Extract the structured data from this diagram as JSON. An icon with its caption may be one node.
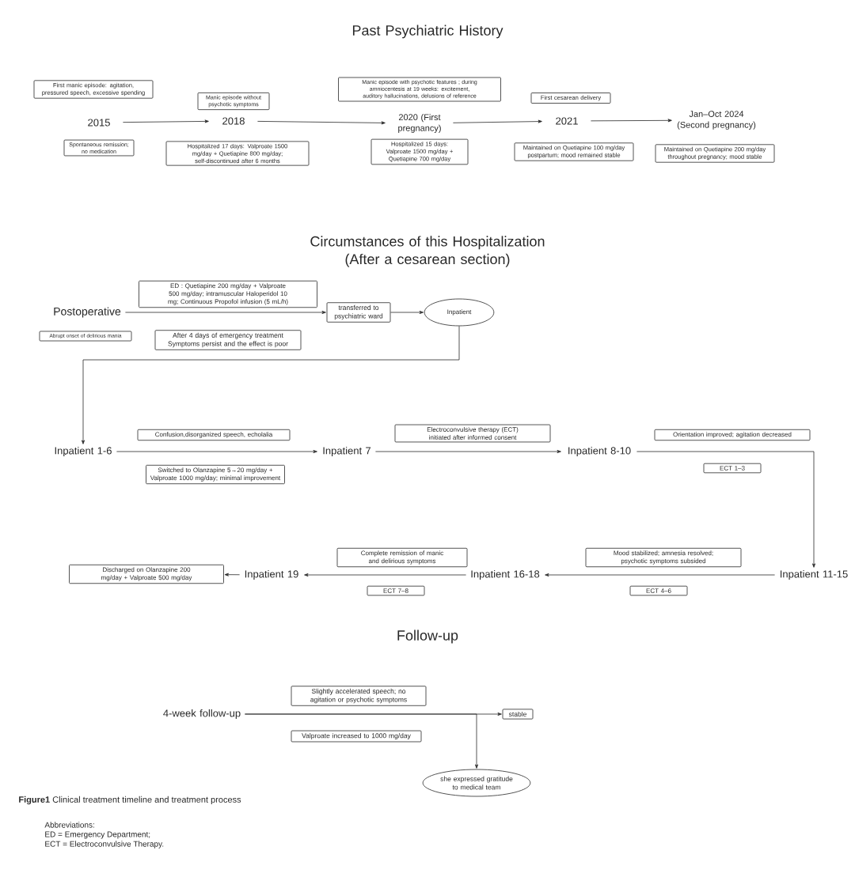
{
  "diagram": {
    "caption": "**Figure1** Clinical treatment timeline and treatment process",
    "nodes": [
      {
        "text": [
          "2015"
        ]
      },
      {
        "text": [
          "First manic episode: agitation, pressured speech, excessive spending"
        ]
      },
      {
        "text": [
          "Spontaneous remission; no medication"
        ]
      },
      {
        "text": [
          "2018"
        ]
      },
      {
        "text": [
          "Manic episode without psychotic symptoms"
        ]
      },
      {
        "text": [
          "Hospitalized 17 days: Valproate 1500 mg/day + Quetiapine 800 mg/day; self-discontinued after 6 months"
        ]
      },
      {
        "text": [
          "2020 (First pregnancy)"
        ]
      },
      {
        "text": [
          "Manic episode with psychotic features ; during amniocentesis at 19 weeks: excitement, auditory hallucinations, delusions of reference"
        ]
      },
      {
        "text": [
          "Hospitalized 15 days: Valproate 1500 mg/day + Quetiapine 700 mg/day"
        ]
      },
      {
        "text": [
          "2021"
        ]
      },
      {
        "text": [
          "First cesarean delivery"
        ]
      },
      {
        "text": [
          "Maintained on Quetiapine 100 mg/day postpartum; mood remained stable"
        ]
      },
      {
        "text": [
          "Jan–Oct 2024 (Second pregnancy)"
        ]
      },
      {
        "text": [
          "Maintained on Quetiapine 200 mg/day throughout pregnancy; mood stable"
        ]
      },
      {
        "text": [
          "Postoperative"
        ]
      },
      {
        "text": [
          "Abrupt onset of delirious mania"
        ]
      },
      {
        "text": [
          "ED : Quetiapine 200 mg/day + Valproate 500 mg/day; intramuscular Haloperidol 10 mg; Continuous Propofol infusion (5 mL/h)"
        ]
      },
      {
        "text": [
          "After 4 days of emergency treatment Symptoms persist and the effect is poor"
        ]
      },
      {
        "text": [
          "transferred to psychiatric ward"
        ]
      },
      {
        "text": [
          "Inpatient"
        ]
      },
      {
        "text": [
          "Inpatient 1-6"
        ]
      },
      {
        "text": [
          "Confusion,disorganized speech, echolalia"
        ]
      },
      {
        "text": [
          "Switched to Olanzapine 5→20 mg/day + Valproate 1000 mg/day; minimal improvement"
        ]
      },
      {
        "text": [
          "Inpatient 7"
        ]
      },
      {
        "text": [
          "Electroconvulsive therapy (ECT) initiated after informed consent"
        ]
      },
      {
        "text": [
          "Orientation improved; agitation decreased"
        ]
      },
      {
        "text": [
          "Inpatient 8-10"
        ]
      },
      {
        "text": [
          "ECT 1–3"
        ]
      },
      {
        "text": [
          "Inpatient 11-15"
        ]
      },
      {
        "text": [
          "Mood stabilized; amnesia resolved; psychotic symptoms subsided"
        ]
      },
      {
        "text": [
          "ECT 4–6"
        ]
      },
      {
        "text": [
          "Inpatient 16-18"
        ]
      },
      {
        "text": [
          "Complete remission of manic and delirious symptoms"
        ]
      },
      {
        "text": [
          "ECT 7–8"
        ]
      },
      {
        "text": [
          "Inpatient 19"
        ]
      },
      {
        "text": [
          "Discharged on Olanzapine 200 mg/day + Valproate 500 mg/day"
        ]
      },
      {
        "text": [
          "4-week follow-up"
        ]
      },
      {
        "text": [
          "Slightly accelerated speech; no agitation or psychotic symptoms"
        ]
      },
      {
        "text": [
          "Valproate increased to 1000 mg/day"
        ]
      },
      {
        "text": [
          "stable"
        ]
      },
      {
        "text": [
          "she expressed gratitude to medical team"
        ]
      }
    ],
    "edges": [
      {
        "from": 0,
        "to": 3,
        "arrow": "to"
      },
      {
        "from": 3,
        "to": 6,
        "arrow": "to"
      },
      {
        "from": 6,
        "to": 9,
        "arrow": "to"
      },
      {
        "from": 9,
        "to": 12,
        "arrow": "to"
      },
      {
        "from": 14,
        "to": 18,
        "arrow": "to"
      },
      {
        "from": 18,
        "to": 19,
        "arrow": "to"
      },
      {
        "from": 19,
        "to": 20,
        "arrow": "to"
      },
      {
        "from": 20,
        "to": 23,
        "arrow": "to"
      },
      {
        "from": 23,
        "to": 26,
        "arrow": "to"
      },
      {
        "from": 26,
        "to": 28,
        "arrow": "to"
      },
      {
        "from": 28,
        "to": 31,
        "arrow": "to"
      },
      {
        "from": 31,
        "to": 34,
        "arrow": "to"
      },
      {
        "from": 34,
        "to": 35,
        "arrow": "to"
      },
      {
        "from": 36,
        "to": 39,
        "arrow": "to"
      },
      {
        "from": 36,
        "to": 40,
        "arrow": "to"
      }
    ],
    "labels": [
      "Past Psychiatric History",
      "Circumstances of this Hospitalization (After a cesarean section)",
      "Follow-up",
      "Abbreviations:",
      "ED = Emergency Department;",
      "ECT = Electroconvulsive Therapy."
    ]
  }
}
